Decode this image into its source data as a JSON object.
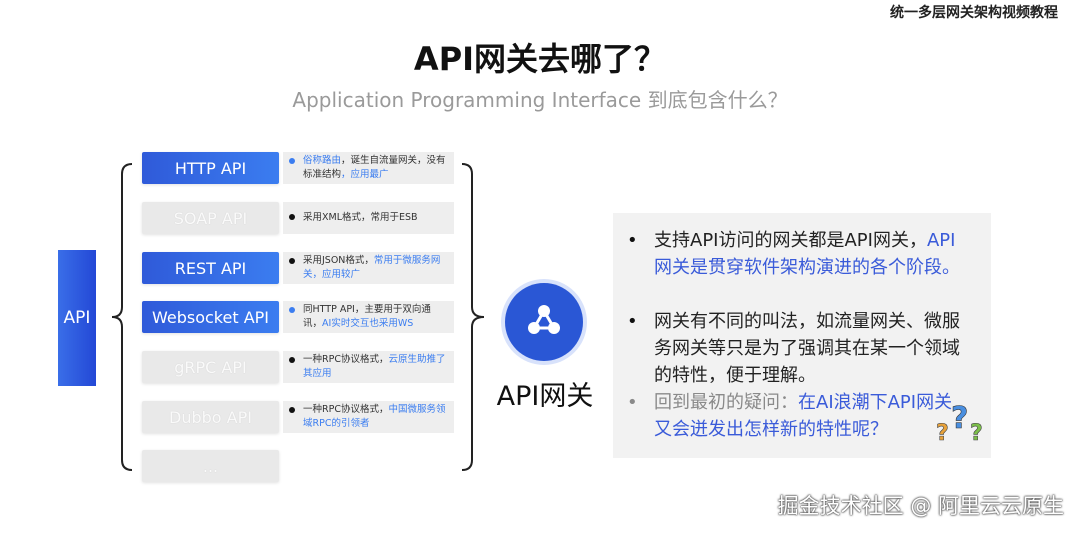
{
  "header": {
    "corner_title": "统一多层网关架构视频教程",
    "title": "API网关去哪了？",
    "subtitle": "Application Programming Interface 到底包含什么？"
  },
  "api_label": "API",
  "protocols": [
    {
      "name": "HTTP API",
      "active": true,
      "note_parts": [
        [
          "俗称路由",
          true
        ],
        [
          "，诞生自流量网关，没有标准结构",
          false
        ],
        [
          "，应用最广",
          true
        ]
      ],
      "dot": "blue"
    },
    {
      "name": "SOAP API",
      "active": false,
      "note_parts": [
        [
          "采用XML格式，常用于ESB",
          false
        ]
      ],
      "dot": "black"
    },
    {
      "name": "REST API",
      "active": true,
      "note_parts": [
        [
          "采用JSON格式，",
          false
        ],
        [
          "常用于微服务网关，应用较广",
          true
        ]
      ],
      "dot": "black"
    },
    {
      "name": "Websocket API",
      "active": true,
      "note_parts": [
        [
          "同HTTP API，主要用于双向通讯，",
          false
        ],
        [
          "AI实时交互也采用WS",
          true
        ]
      ],
      "dot": "blue"
    },
    {
      "name": "gRPC API",
      "active": false,
      "note_parts": [
        [
          "一种RPC协议格式，",
          false
        ],
        [
          "云原生助推了其应用",
          true
        ]
      ],
      "dot": "black"
    },
    {
      "name": "Dubbo API",
      "active": false,
      "note_parts": [
        [
          "一种RPC协议格式，",
          false
        ],
        [
          "中国微服务领域RPC的引领者",
          true
        ]
      ],
      "dot": "black"
    },
    {
      "name": "...",
      "active": false,
      "note_parts": [],
      "dot": ""
    }
  ],
  "gateway_label": "API网关",
  "bullets": [
    {
      "plain": "支持API访问的网关都是API网关，",
      "blue": "API网关是贯穿软件架构演进的各个阶段。",
      "grey": false
    },
    {
      "plain": "网关有不同的叫法，如流量网关、微服务网关等只是为了强调其在某一个领域的特性，便于理解。",
      "blue": "",
      "grey": false
    },
    {
      "plain": "回到最初的疑问：",
      "blue": "在AI浪潮下API网关又会迸发出怎样新的特性呢？",
      "grey": true
    }
  ],
  "watermark": "掘金技术社区 @ 阿里云云原生",
  "colors": {
    "accent": "#2f5ad9",
    "highlight": "#3b7df0",
    "panel_bg": "#f2f2f2"
  }
}
